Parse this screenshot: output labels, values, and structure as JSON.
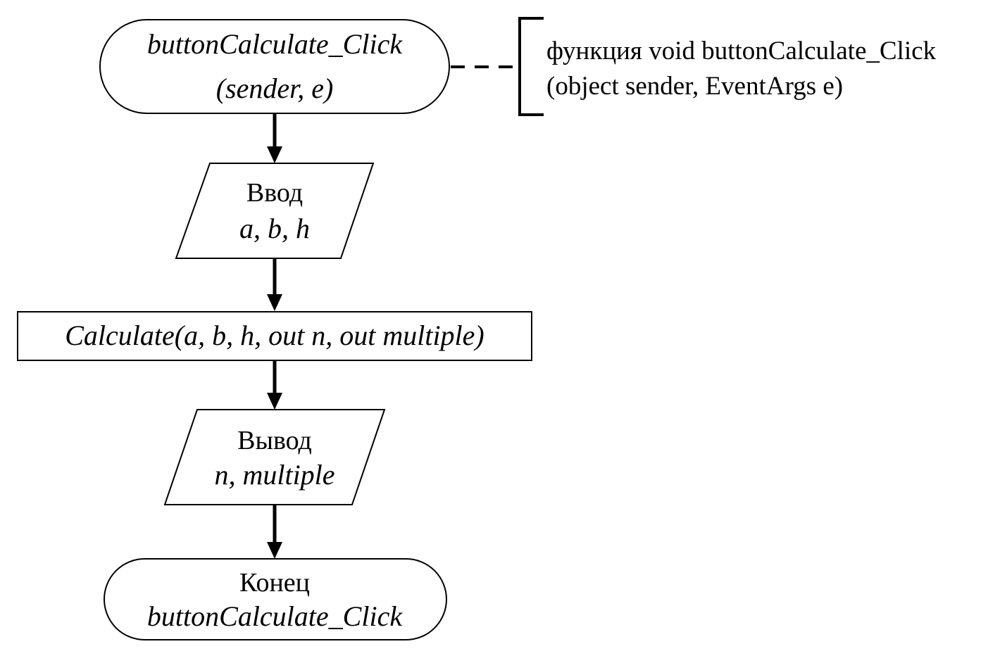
{
  "diagram": {
    "start": {
      "line1": "buttonCalculate_Click",
      "line2": "(sender, e)"
    },
    "input": {
      "line1": "Ввод",
      "line2": "a, b, h"
    },
    "process": {
      "text": "Calculate(a, b, h, out n, out multiple)"
    },
    "output": {
      "line1": "Вывод",
      "line2": "n, multiple"
    },
    "end": {
      "line1": "Конец",
      "line2": "buttonCalculate_Click"
    },
    "comment": {
      "line1": "функция void buttonCalculate_Click",
      "line2": "(object sender, EventArgs e)"
    }
  }
}
